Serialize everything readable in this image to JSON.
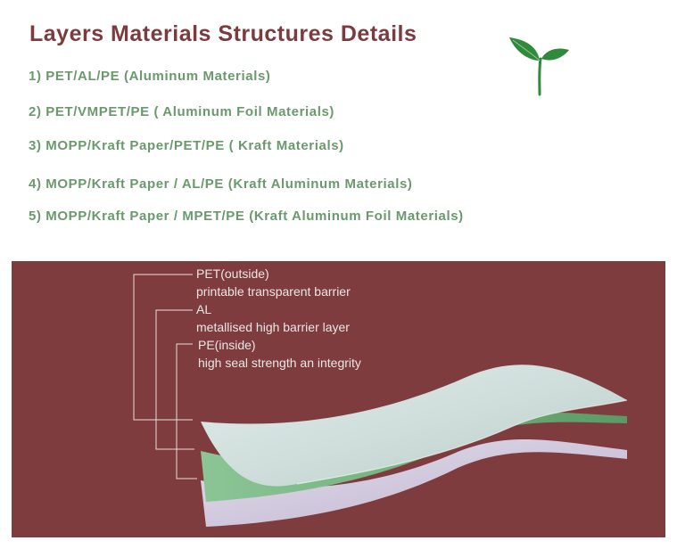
{
  "header": {
    "title": "Layers Materials Structures Details"
  },
  "materials": [
    "1) PET/AL/PE (Aluminum Materials)",
    "2) PET/VMPET/PE ( Aluminum Foil Materials)",
    "3) MOPP/Kraft Paper/PET/PE ( Kraft Materials)",
    "4) MOPP/Kraft Paper / AL/PE (Kraft Aluminum Materials)",
    "5) MOPP/Kraft Paper / MPET/PE (Kraft Aluminum Foil Materials)"
  ],
  "diagram": {
    "background_color": "#7f3c3f",
    "layers": [
      {
        "name": "PET(outside)",
        "description": "printable transparent barrier",
        "color": "#d9e6e2"
      },
      {
        "name": "AL",
        "description": "metallised high barrier layer",
        "color": "#7fb987"
      },
      {
        "name": "PE(inside)",
        "description": "high seal strength an integrity",
        "color": "#d8d2e2"
      }
    ]
  },
  "icons": {
    "logo": "sprout-icon"
  },
  "colors": {
    "title": "#7b3b3f",
    "material_text": "#6a9a6c"
  }
}
